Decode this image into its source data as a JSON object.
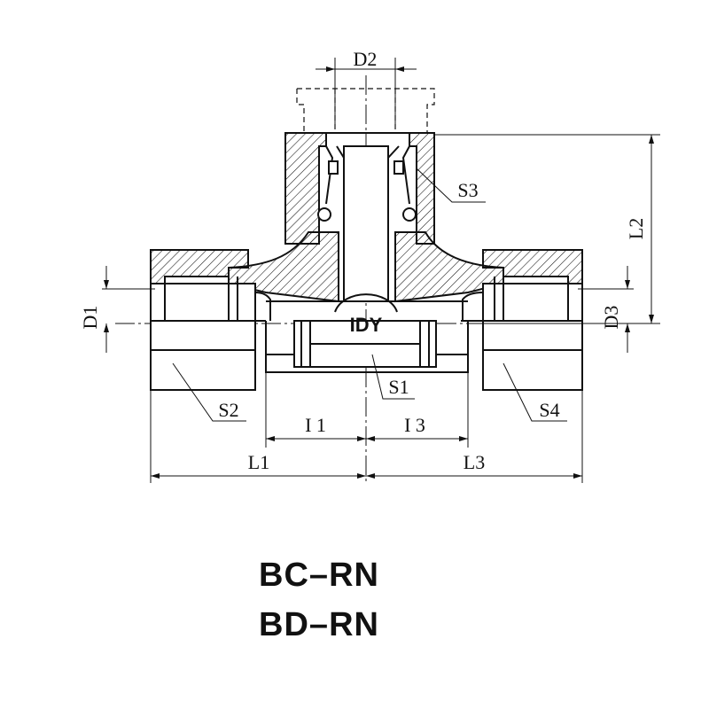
{
  "drawing": {
    "labels": {
      "d1": "D1",
      "d2": "D2",
      "d3": "D3",
      "l1": "L1",
      "l2": "L2",
      "l3": "L3",
      "i1": "I 1",
      "i3": "I 3",
      "s1": "S1",
      "s2": "S2",
      "s3": "S3",
      "s4": "S4"
    },
    "logo": "IDY"
  },
  "models": [
    "BC–RN",
    "BD–RN"
  ]
}
